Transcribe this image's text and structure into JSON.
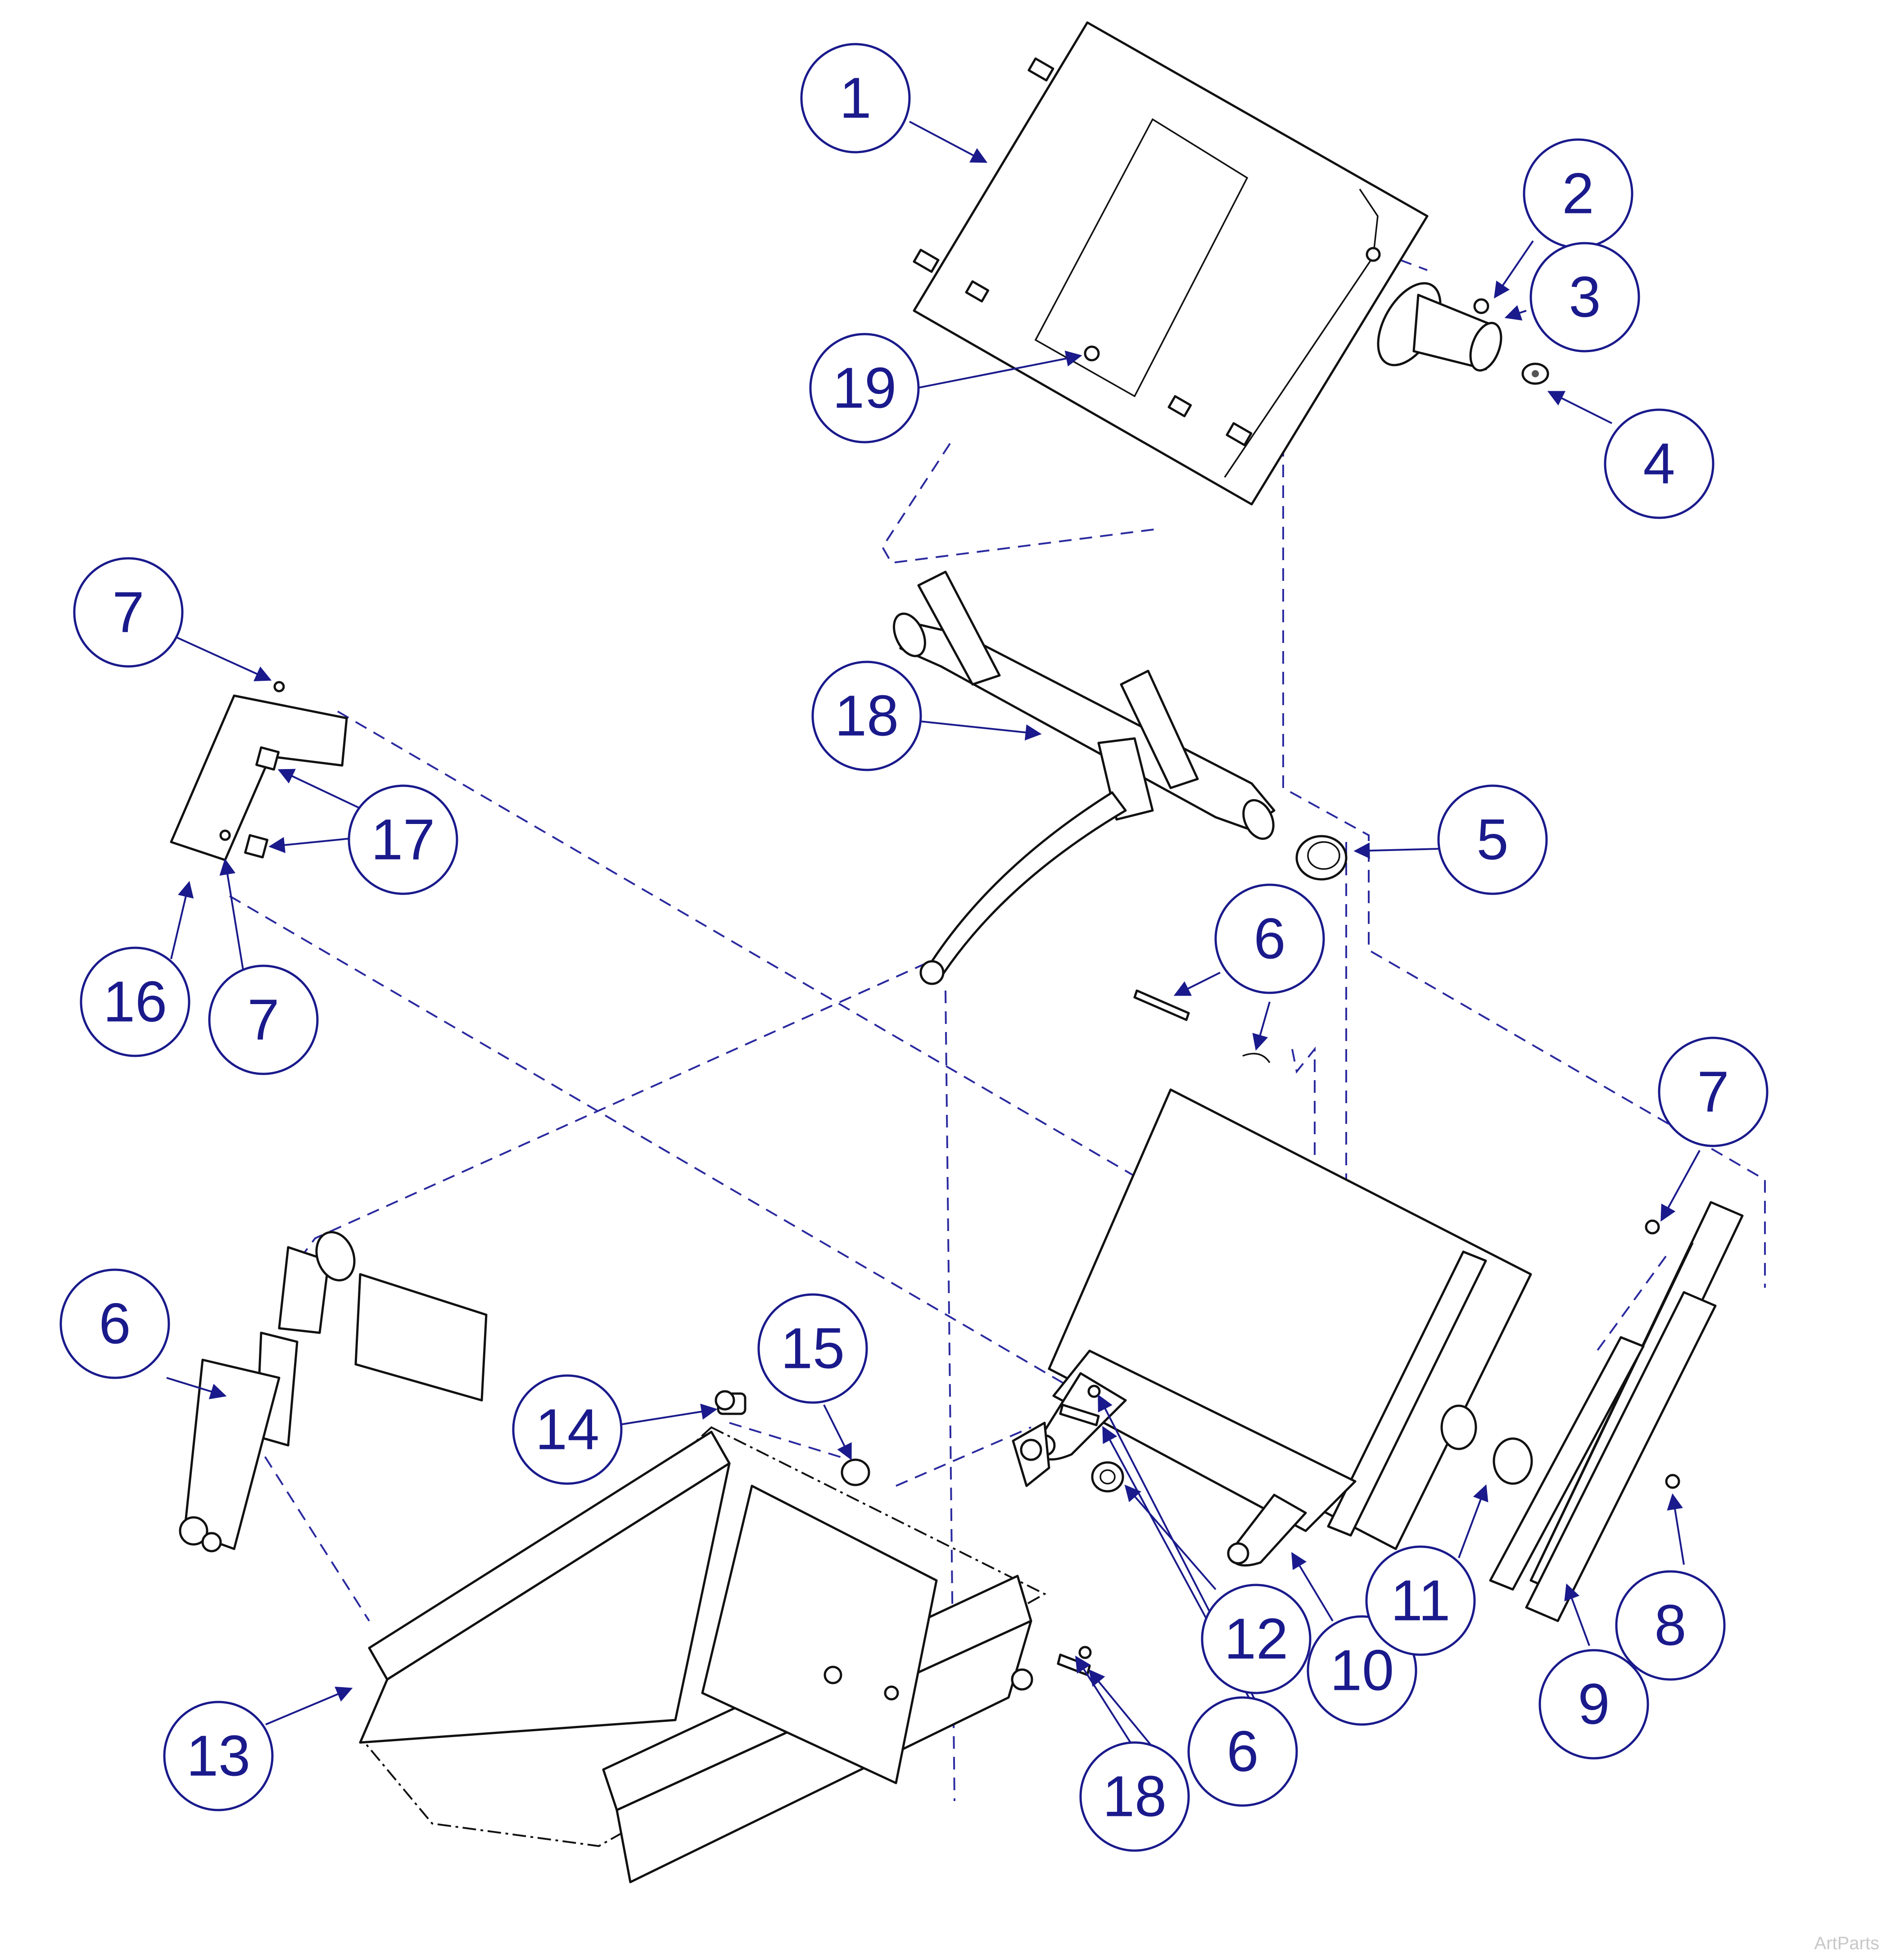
{
  "callouts": [
    {
      "id": "c1",
      "label": "1"
    },
    {
      "id": "c2",
      "label": "2"
    },
    {
      "id": "c3",
      "label": "3"
    },
    {
      "id": "c4",
      "label": "4"
    },
    {
      "id": "c5",
      "label": "5"
    },
    {
      "id": "c6a",
      "label": "6"
    },
    {
      "id": "c6b",
      "label": "6"
    },
    {
      "id": "c6c",
      "label": "6"
    },
    {
      "id": "c7a",
      "label": "7"
    },
    {
      "id": "c7b",
      "label": "7"
    },
    {
      "id": "c7c",
      "label": "7"
    },
    {
      "id": "c8",
      "label": "8"
    },
    {
      "id": "c9",
      "label": "9"
    },
    {
      "id": "c10",
      "label": "10"
    },
    {
      "id": "c11",
      "label": "11"
    },
    {
      "id": "c12",
      "label": "12"
    },
    {
      "id": "c13",
      "label": "13"
    },
    {
      "id": "c14",
      "label": "14"
    },
    {
      "id": "c15",
      "label": "15"
    },
    {
      "id": "c16",
      "label": "16"
    },
    {
      "id": "c17",
      "label": "17"
    },
    {
      "id": "c18a",
      "label": "18"
    },
    {
      "id": "c18b",
      "label": "18"
    },
    {
      "id": "c19",
      "label": "19"
    }
  ],
  "watermark": "ArtParts",
  "colors": {
    "callout": "#1a1a8c",
    "dashed_line": "#2a2aa0",
    "part_line": "#111111",
    "watermark": "#c8c8c8"
  }
}
